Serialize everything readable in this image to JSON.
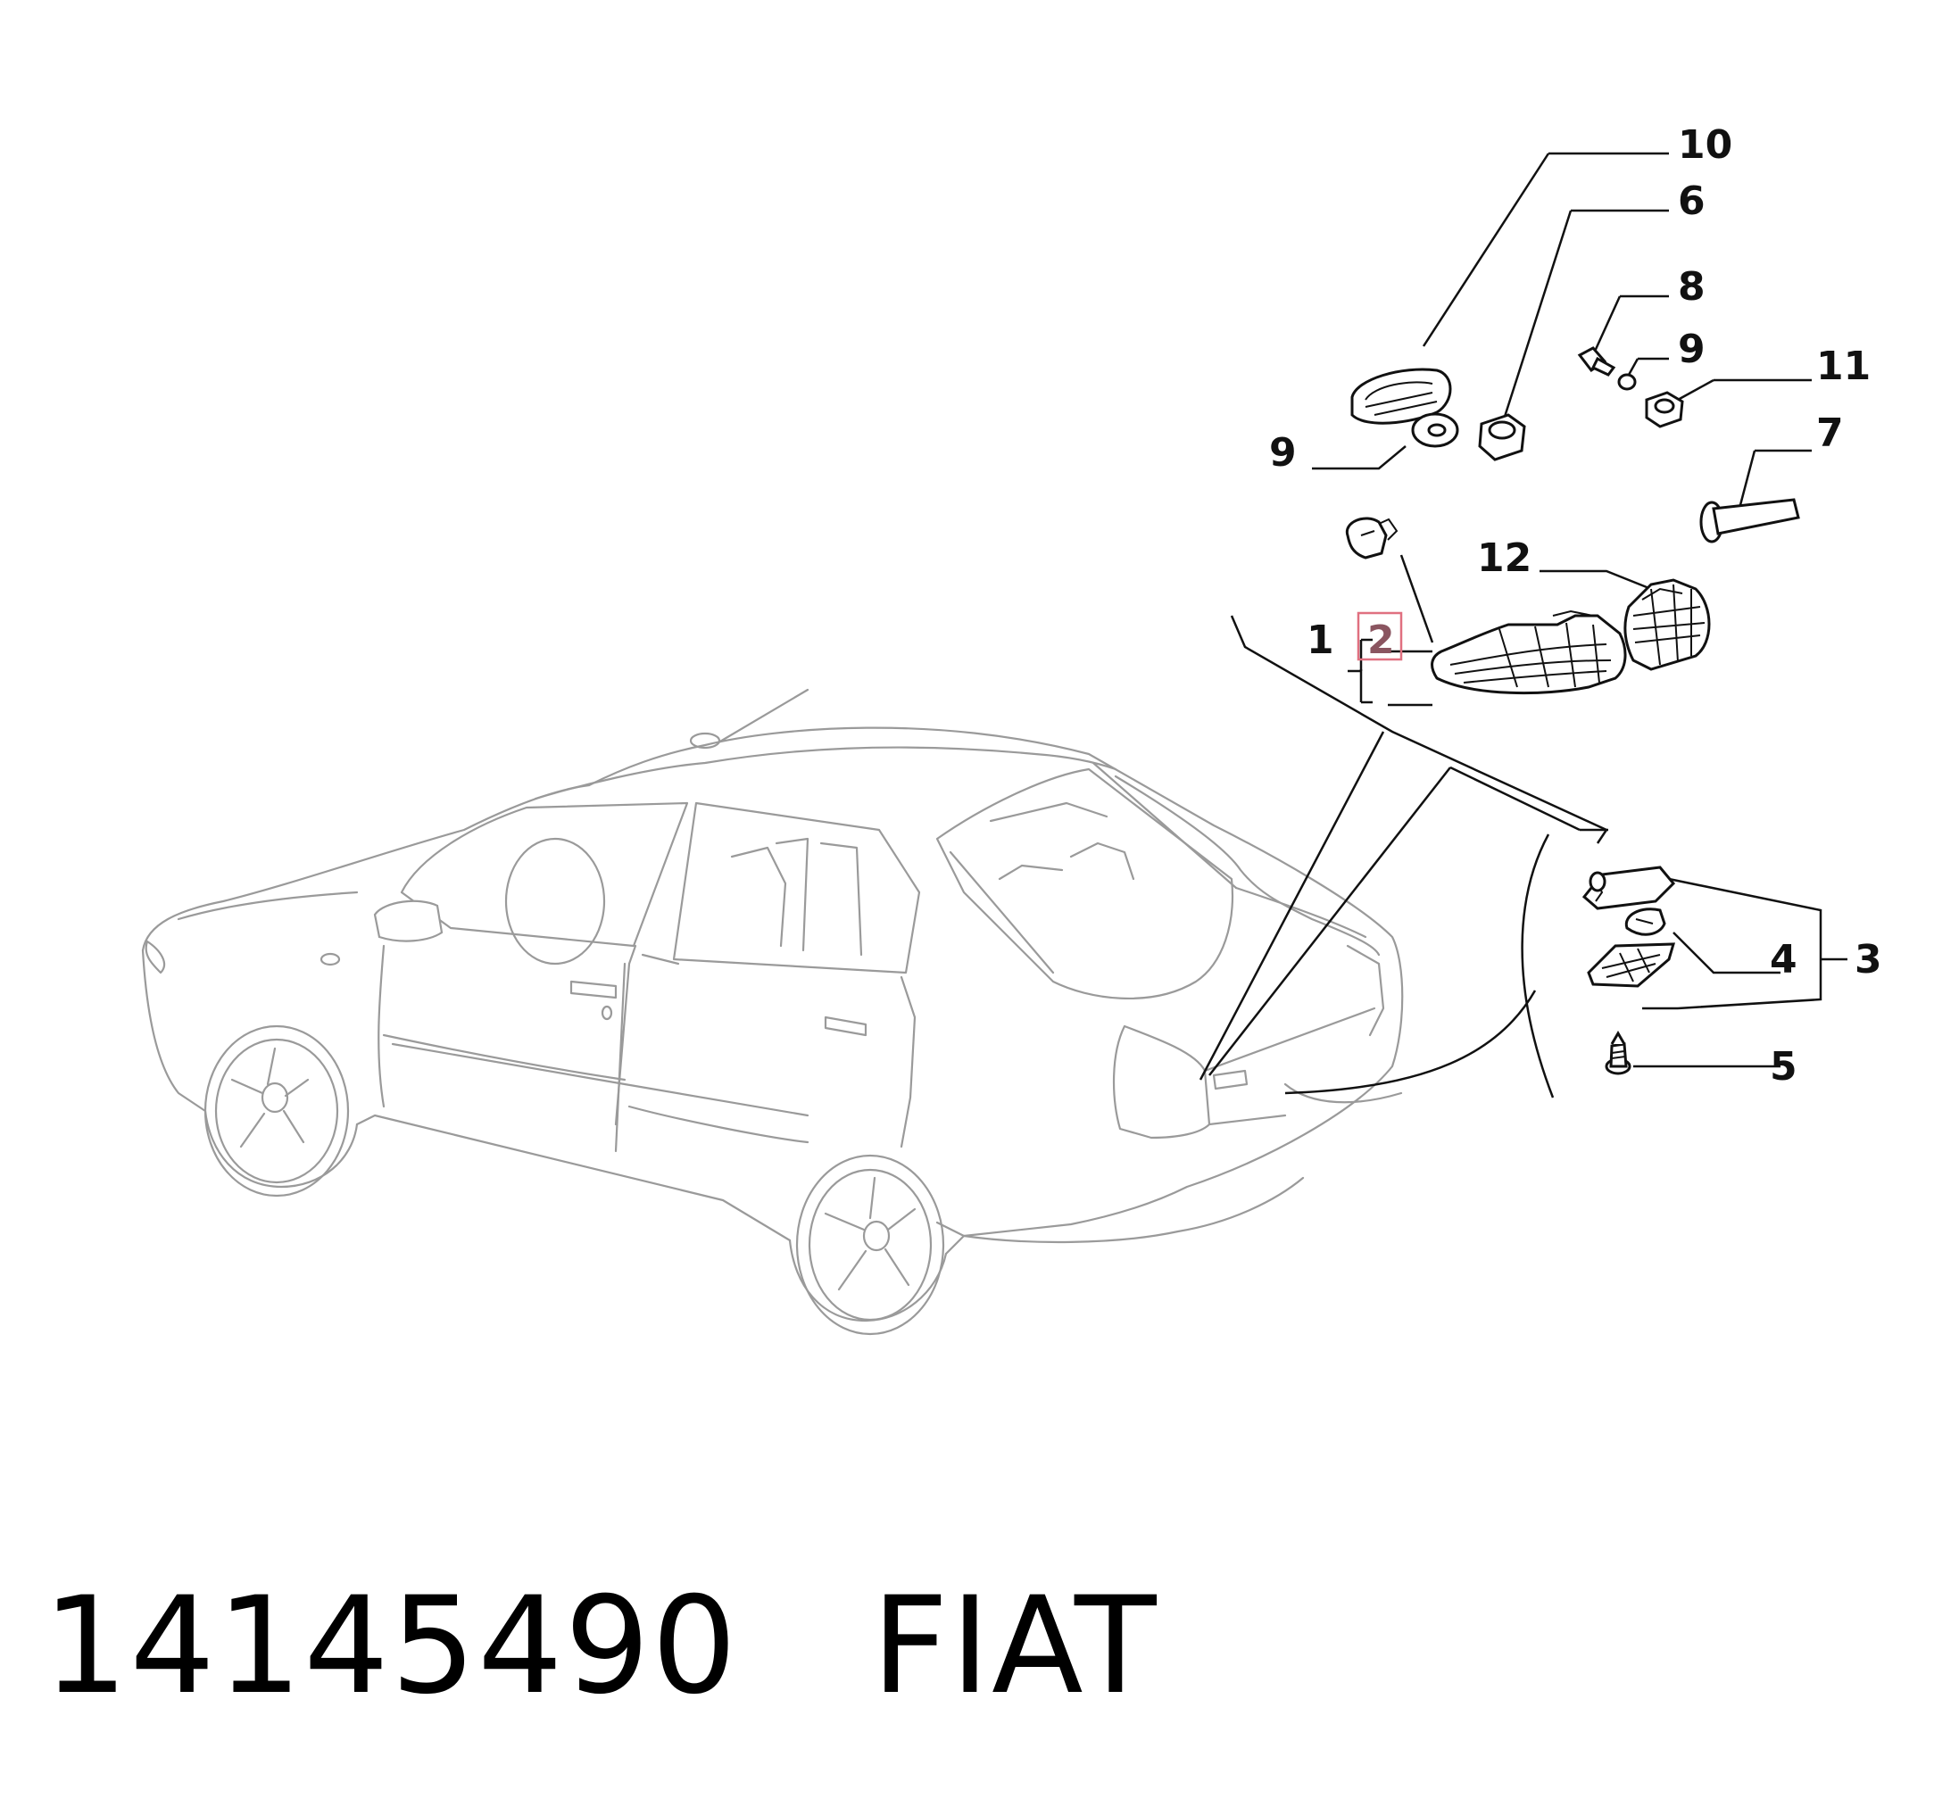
{
  "callouts": {
    "c10": "10",
    "c6": "6",
    "c8": "8",
    "c9a": "9",
    "c11": "11",
    "c9b": "9",
    "c7": "7",
    "c12": "12",
    "c1": "1",
    "c2": "2",
    "c4": "4",
    "c3": "3",
    "c5": "5"
  },
  "caption": {
    "part_number": "14145490",
    "brand": "FIAT"
  },
  "colors": {
    "highlight_box": "#e07080",
    "highlight_text": "#8a5560"
  }
}
